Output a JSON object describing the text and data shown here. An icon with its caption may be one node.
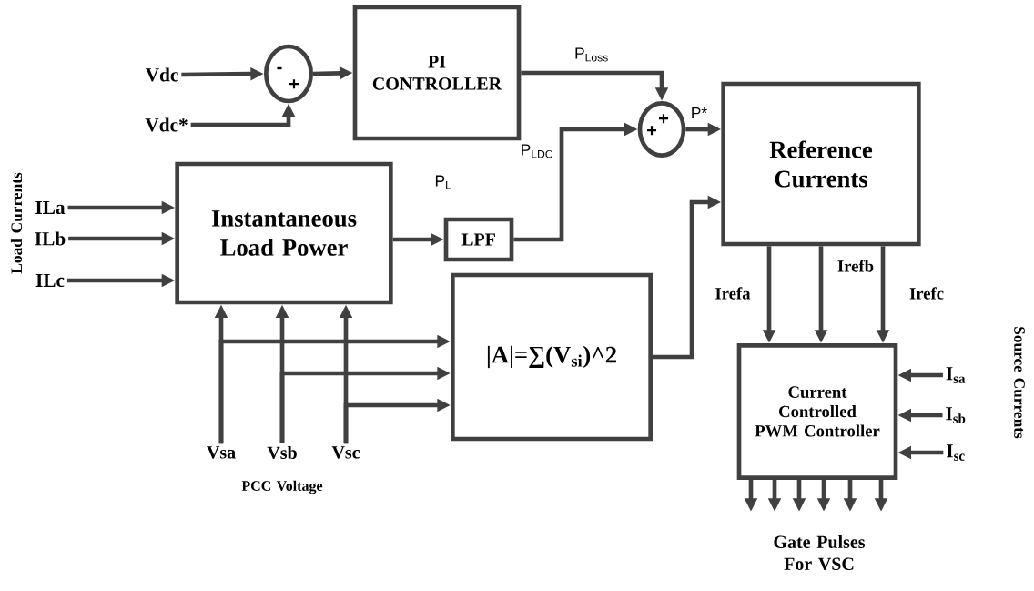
{
  "diagram": {
    "nodes": [
      {
        "text": [
          "Vdc"
        ]
      },
      {
        "text": [
          "Vdc*"
        ]
      },
      {
        "text": [
          "-",
          "+"
        ]
      },
      {
        "text": [
          "PI CONTROLLER"
        ]
      },
      {
        "text": [
          "+",
          "+"
        ]
      },
      {
        "text": [
          "Reference Currents"
        ]
      },
      {
        "text": [
          "ILa"
        ]
      },
      {
        "text": [
          "ILb"
        ]
      },
      {
        "text": [
          "ILc"
        ]
      },
      {
        "text": [
          "Instantaneous Load Power"
        ]
      },
      {
        "text": [
          "LPF"
        ]
      },
      {
        "text": [
          "|A|=∑(V$_{si}$)^2"
        ]
      },
      {
        "text": [
          "Vsa"
        ]
      },
      {
        "text": [
          "Vsb"
        ]
      },
      {
        "text": [
          "Vsc"
        ]
      },
      {
        "text": [
          "Current Controlled PWM Controller"
        ]
      },
      {
        "text": [
          "I$_{sa}$"
        ]
      },
      {
        "text": [
          "I$_{sb}$"
        ]
      },
      {
        "text": [
          "I$_{sc}$"
        ]
      }
    ],
    "edges": [
      {
        "from": 0,
        "to": 2,
        "arrow": "to"
      },
      {
        "from": 1,
        "to": 2,
        "arrow": "to"
      },
      {
        "from": 2,
        "to": 3,
        "arrow": "to"
      },
      {
        "from": 3,
        "to": 4,
        "arrow": "to",
        "label": "P$_{Loss}$"
      },
      {
        "from": 10,
        "to": 4,
        "arrow": "to",
        "label": "P$_{LDC}$"
      },
      {
        "from": 4,
        "to": 5,
        "arrow": "to",
        "label": "P*"
      },
      {
        "from": 6,
        "to": 9,
        "arrow": "to"
      },
      {
        "from": 7,
        "to": 9,
        "arrow": "to"
      },
      {
        "from": 8,
        "to": 9,
        "arrow": "to"
      },
      {
        "from": 9,
        "to": 10,
        "arrow": "to",
        "label": "P$_{L}$"
      },
      {
        "from": 12,
        "to": 9,
        "arrow": "to"
      },
      {
        "from": 12,
        "to": 11,
        "arrow": "to"
      },
      {
        "from": 13,
        "to": 9,
        "arrow": "to"
      },
      {
        "from": 13,
        "to": 11,
        "arrow": "to"
      },
      {
        "from": 14,
        "to": 9,
        "arrow": "to"
      },
      {
        "from": 14,
        "to": 11,
        "arrow": "to"
      },
      {
        "from": 11,
        "to": 5,
        "arrow": "to"
      },
      {
        "from": 5,
        "to": 15,
        "arrow": "to",
        "label": "Irefa"
      },
      {
        "from": 5,
        "to": 15,
        "arrow": "to",
        "label": "Irefb"
      },
      {
        "from": 5,
        "to": 15,
        "arrow": "to",
        "label": "Irefc"
      },
      {
        "from": 16,
        "to": 15,
        "arrow": "to"
      },
      {
        "from": 17,
        "to": 15,
        "arrow": "to"
      },
      {
        "from": 18,
        "to": 15,
        "arrow": "to"
      },
      {
        "from": 15,
        "to": null,
        "arrow": "to"
      },
      {
        "from": 15,
        "to": null,
        "arrow": "to"
      },
      {
        "from": 15,
        "to": null,
        "arrow": "to"
      },
      {
        "from": 15,
        "to": null,
        "arrow": "to"
      },
      {
        "from": 15,
        "to": null,
        "arrow": "to"
      },
      {
        "from": 15,
        "to": null,
        "arrow": "to"
      }
    ],
    "labels": [
      "Load Currents",
      "Source Currents",
      "PCC Voltage",
      "Gate Pulses For VSC"
    ]
  }
}
